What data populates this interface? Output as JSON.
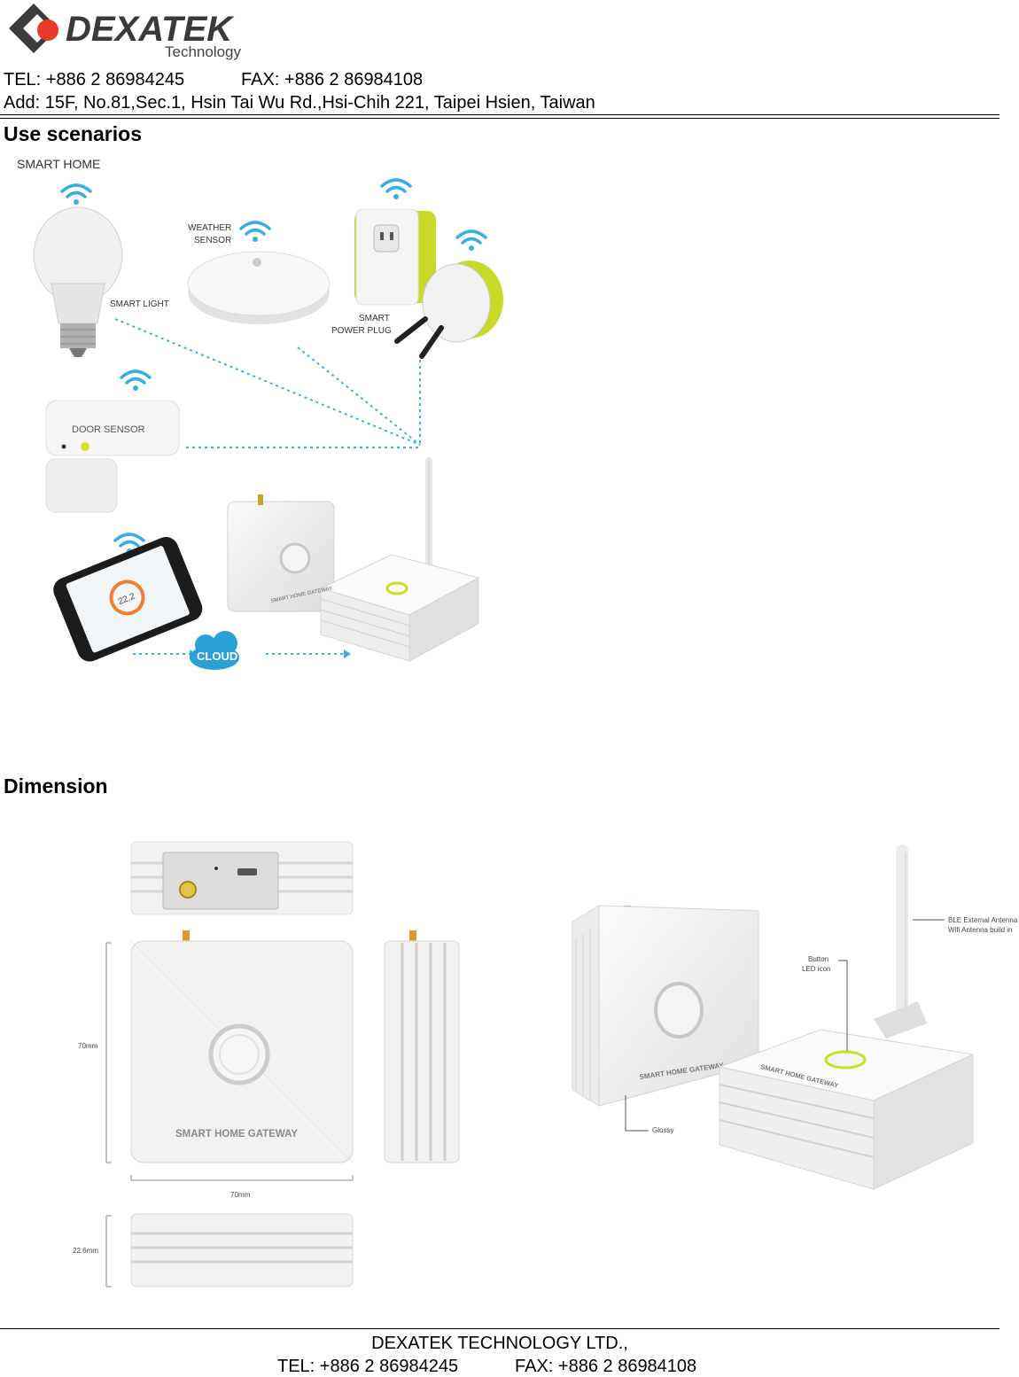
{
  "header": {
    "logo_name": "DEXATEK",
    "logo_sub": "Technology",
    "tel": "TEL: +886 2 86984245",
    "fax": "FAX: +886 2 86984108",
    "address": "Add: 15F, No.81,Sec.1, Hsin Tai Wu Rd.,Hsi-Chih 221, Taipei Hsien, Taiwan"
  },
  "use_scenarios": {
    "title": "Use scenarios",
    "diagram_title": "SMART HOME",
    "labels": {
      "smart_light": "SMART LIGHT",
      "weather_sensor_1": "WEATHER",
      "weather_sensor_2": "SENSOR",
      "smart_power_plug_1": "SMART",
      "smart_power_plug_2": "POWER PLUG",
      "door_sensor": "DOOR SENSOR",
      "cloud": "CLOUD",
      "gateway_label": "SMART HOME GATEWAY",
      "phone_reading": "22.2"
    }
  },
  "dimension": {
    "title": "Dimension",
    "front_label": "SMART HOME GATEWAY",
    "height_label": "70mm",
    "width_label": "70mm",
    "depth_label": "22.6mm",
    "callout_antenna_1": "BLE External Antenna",
    "callout_antenna_2": "Wifi Antenna build in",
    "callout_button_1": "Button",
    "callout_button_2": "LED icon",
    "callout_glossy": "Glossy",
    "gateway_label_a": "SMART HOME GATEWAY",
    "gateway_label_b": "SMART HOME GATEWAY"
  },
  "footer": {
    "company": "DEXATEK TECHNOLOGY LTD.,",
    "tel": "TEL: +886 2 86984245",
    "fax": "FAX: +886 2 86984108"
  },
  "colors": {
    "logo_red": "#e8392b",
    "logo_dark": "#3a3a3a",
    "wifi_blue": "#3aaee0",
    "lime": "#c8d92a",
    "cloud_blue": "#2a9fd8"
  }
}
